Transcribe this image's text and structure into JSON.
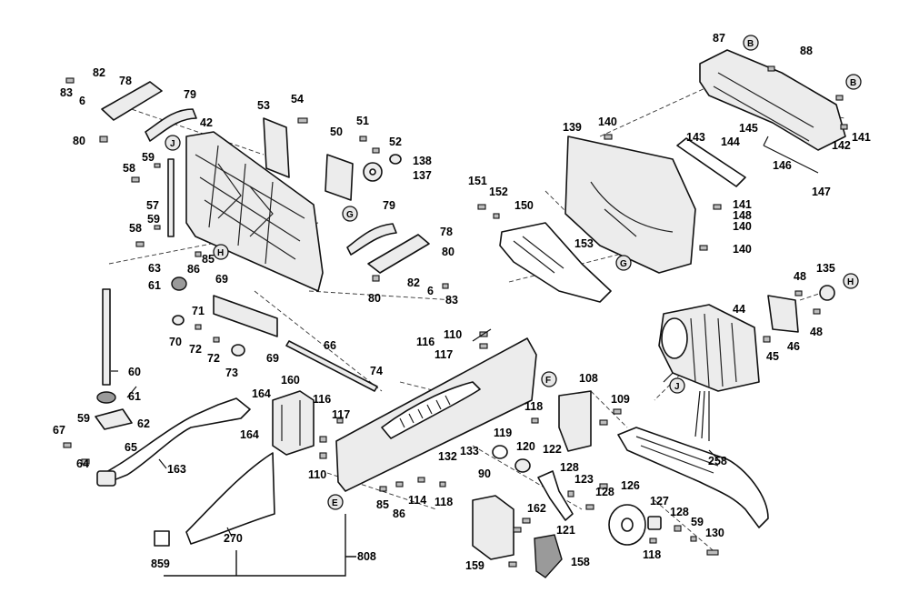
{
  "diagram": {
    "part_numbers": [
      "87",
      "88",
      "83",
      "6",
      "82",
      "78",
      "79",
      "80",
      "42",
      "53",
      "54",
      "50",
      "51",
      "52",
      "138",
      "137",
      "58",
      "59",
      "57",
      "58",
      "59",
      "139",
      "140",
      "143",
      "144",
      "145",
      "146",
      "142",
      "141",
      "147",
      "151",
      "152",
      "150",
      "141",
      "148",
      "140",
      "140",
      "153",
      "79",
      "78",
      "80",
      "82",
      "6",
      "83",
      "80",
      "63",
      "86",
      "85",
      "61",
      "69",
      "71",
      "70",
      "72",
      "72",
      "73",
      "69",
      "66",
      "74",
      "60",
      "61",
      "62",
      "67",
      "59",
      "65",
      "64",
      "163",
      "160",
      "164",
      "164",
      "116",
      "117",
      "110",
      "116",
      "117",
      "110",
      "118",
      "108",
      "109",
      "119",
      "120",
      "122",
      "128",
      "123",
      "128",
      "132",
      "133",
      "90",
      "118",
      "85",
      "114",
      "86",
      "126",
      "127",
      "128",
      "59",
      "130",
      "118",
      "121",
      "162",
      "159",
      "158",
      "258",
      "270",
      "859",
      "808",
      "48",
      "135",
      "44",
      "46",
      "48",
      "45"
    ],
    "reference_letters": [
      "B",
      "B",
      "J",
      "G",
      "H",
      "G",
      "J",
      "F",
      "E",
      "H"
    ]
  }
}
